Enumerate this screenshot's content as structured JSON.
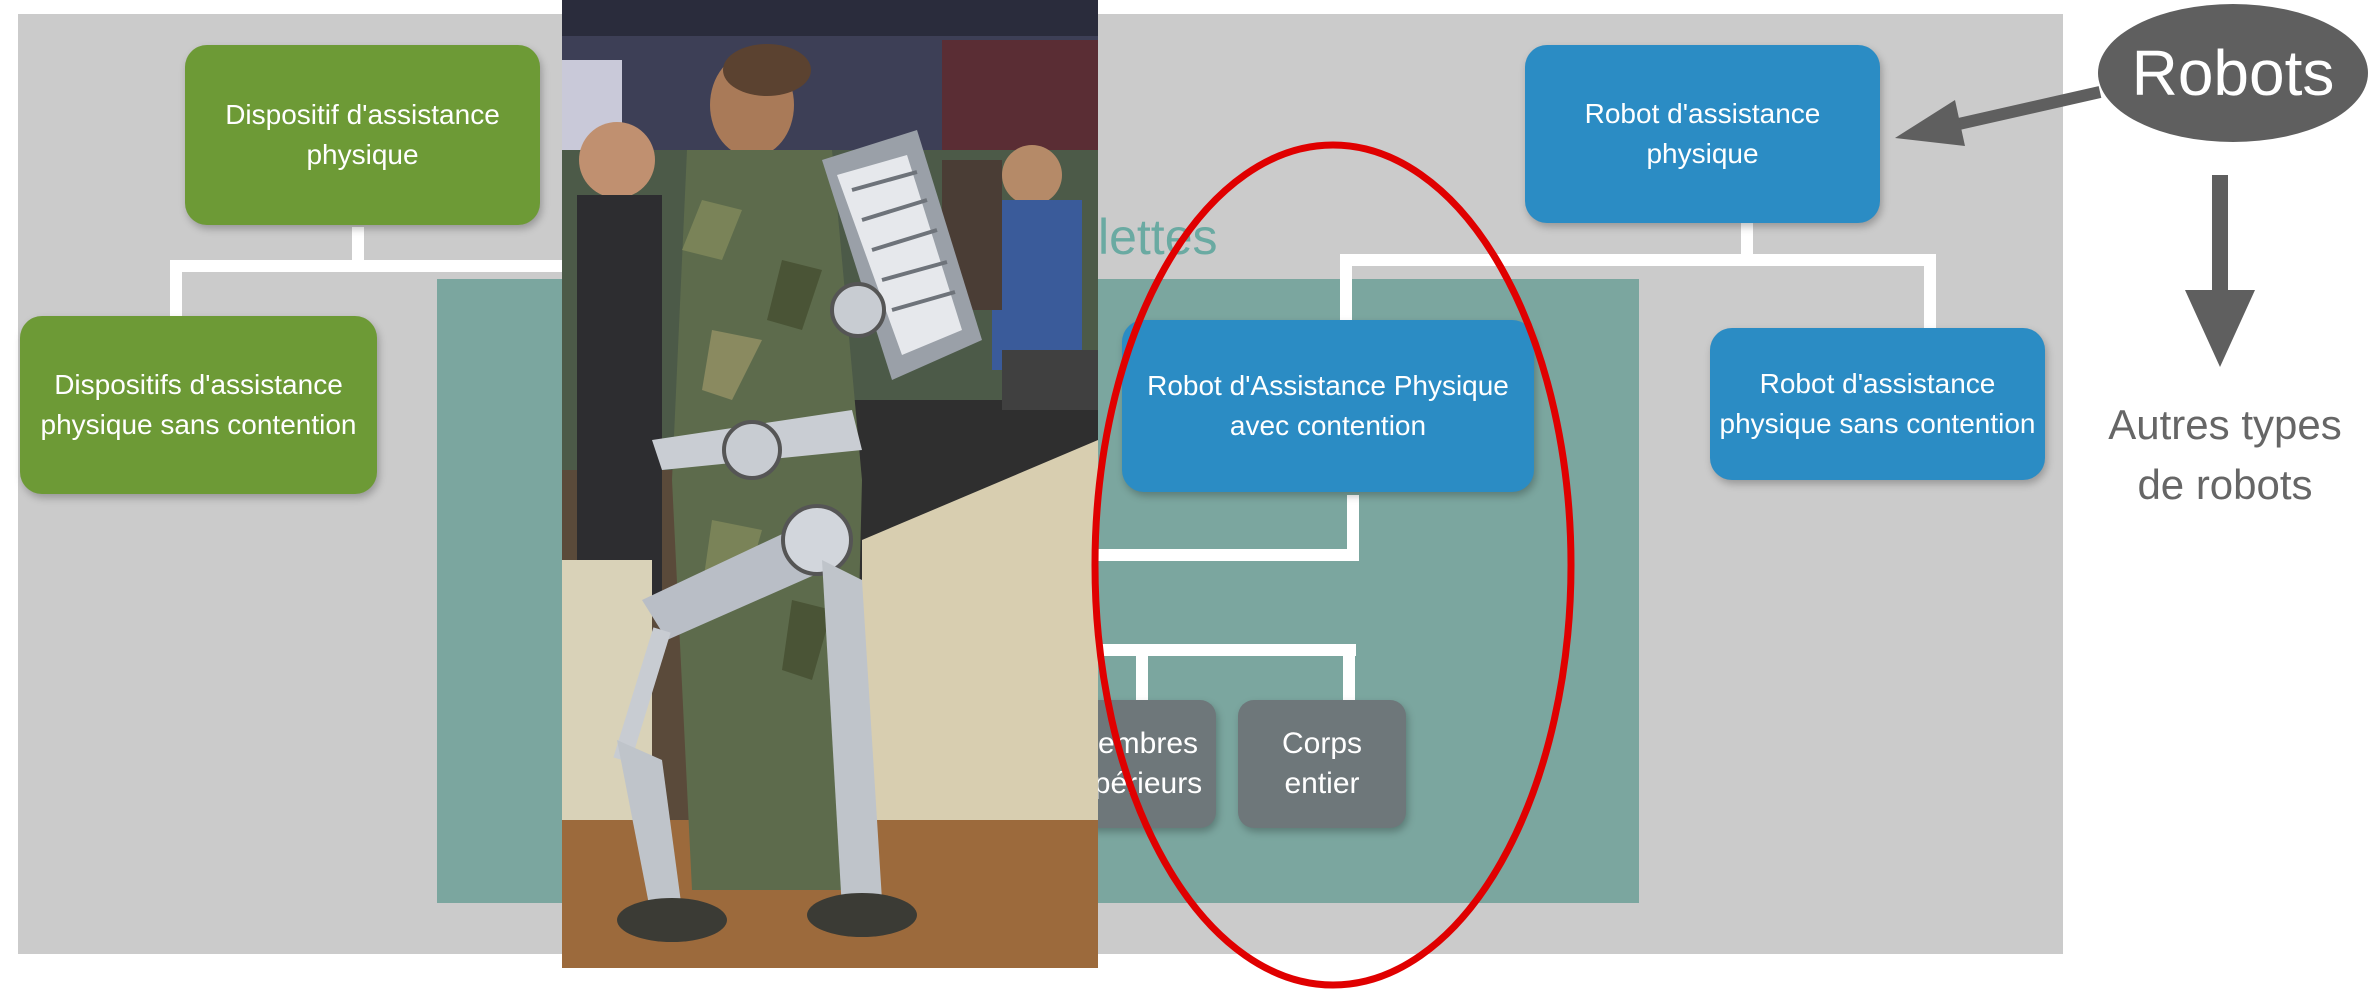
{
  "diagram": {
    "boxes": {
      "dispositif_assistance_physique": "Dispositif d'assistance physique",
      "dispositifs_sans_contention": "Dispositifs d'assistance physique sans contention",
      "robot_assistance_physique": "Robot d'assistance physique",
      "robot_avec_contention": "Robot d'Assistance Physique avec contention",
      "robot_sans_contention": "Robot d'assistance physique sans contention",
      "membres_superieurs_partial": "embres\npérieurs",
      "corps_entier": "Corps\nentier"
    },
    "partial_title": "lettes",
    "robots_label": "Robots",
    "autres_types": "Autres types\nde robots"
  },
  "colors": {
    "green": "#6d9a36",
    "blue": "#2b8cc4",
    "gray": "#6e777a",
    "teal_panel": "#7ba69f",
    "red_highlight": "#e00000"
  },
  "icons": [
    "arrow-left-icon",
    "arrow-down-icon"
  ]
}
